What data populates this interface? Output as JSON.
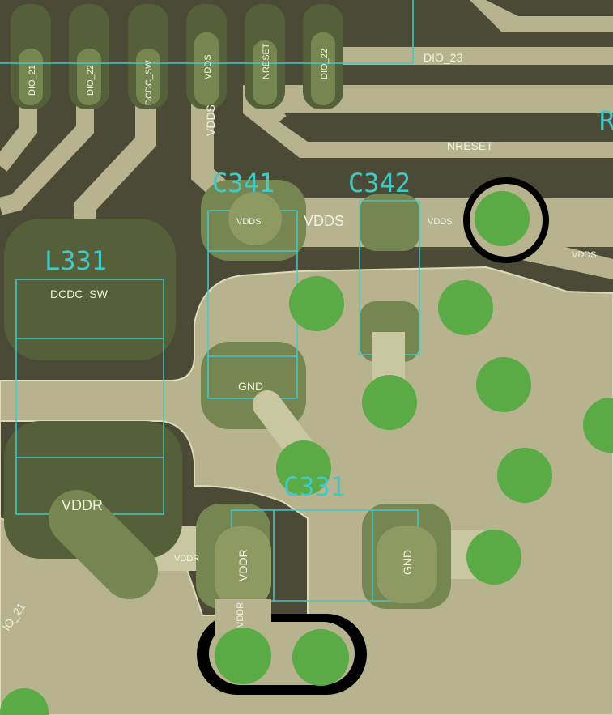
{
  "colors": {
    "background": "#4a4a36",
    "copper_pour": "#b6b38e",
    "trace": "#c9c6a2",
    "pad_dark": "#55603a",
    "pad_light": "#768650",
    "via": "#5aaa46",
    "via_ring": "#000000",
    "silkscreen": "#42c9c7",
    "net_label": "#f2f2e0"
  },
  "refdes": {
    "c341": "C341",
    "c342": "C342",
    "l331": "L331",
    "c331": "C331",
    "r_partial": "R"
  },
  "nets": {
    "dio_21": "DIO_21",
    "dio_22": "DIO_22",
    "dio_23": "DIO_23",
    "dcdc_sw": "DCDC_SW",
    "vdds": "VDDS",
    "nreset": "NRESET",
    "gnd": "GND",
    "vddr": "VDDR",
    "dio_21_partial": "IO_21"
  }
}
